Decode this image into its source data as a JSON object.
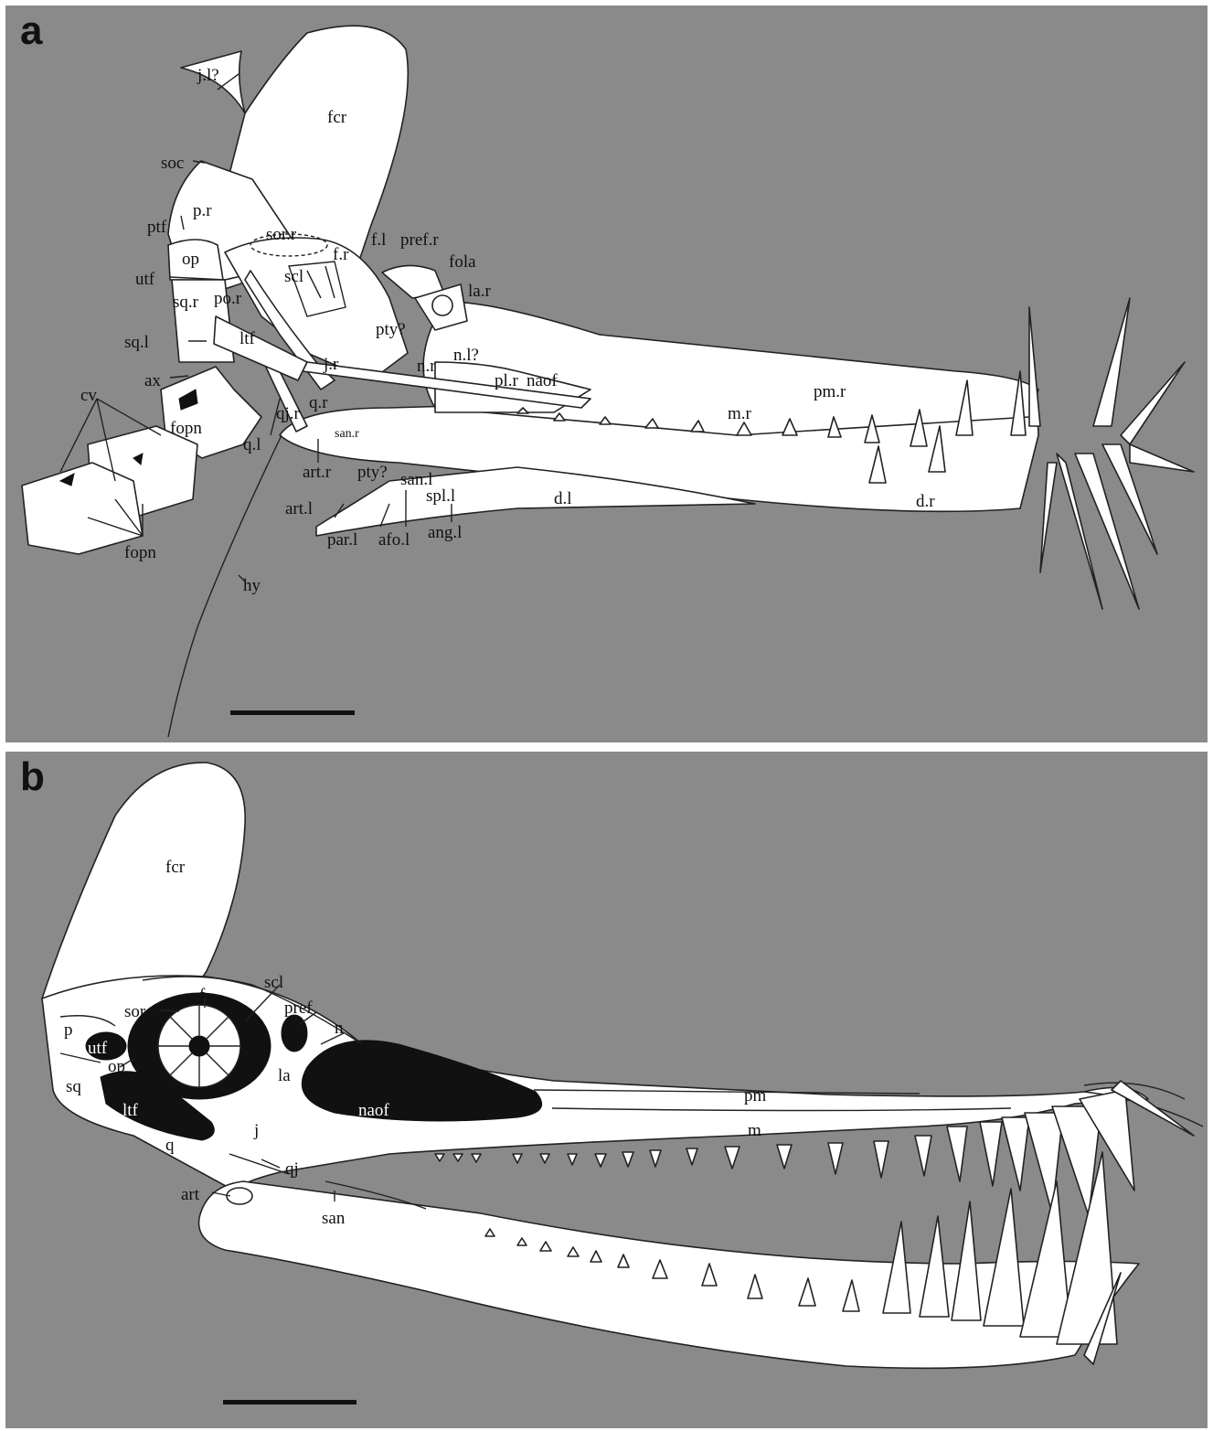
{
  "panels": {
    "a": {
      "letter": "a",
      "labels": {
        "jl": "j.l?",
        "fcr": "fcr",
        "soc": "soc",
        "pr": "p.r",
        "ptf": "ptf",
        "op": "op",
        "sorr": "sor.r",
        "fr": "f.r",
        "fl": "f.l",
        "prefr": "pref.r",
        "fola": "fola",
        "lar": "la.r",
        "utf": "utf",
        "scl": "scl",
        "sqr": "sq.r",
        "por": "po.r",
        "sql": "sq.l",
        "ltf": "ltf",
        "pty1": "pty?",
        "nr": "n.r",
        "nl": "n.l?",
        "jr": "j.r",
        "ax": "ax",
        "cv": "cv",
        "plr": "pl.r",
        "naof": "naof",
        "pmr": "pm.r",
        "mr": "m.r",
        "qr": "q.r",
        "qjr": "qj.r",
        "sanr": "san.r",
        "fopn1": "fopn",
        "ql": "q.l",
        "artr": "art.r",
        "pty2": "pty?",
        "sanl": "san.l",
        "spll": "spl.l",
        "artl": "art.l",
        "dl": "d.l",
        "dr": "d.r",
        "parl": "par.l",
        "afol": "afo.l",
        "angl": "ang.l",
        "fopn2": "fopn",
        "hy": "hy"
      }
    },
    "b": {
      "letter": "b",
      "labels": {
        "fcr": "fcr",
        "scl": "scl",
        "sor": "sor",
        "f": "f",
        "pref": "pref",
        "n": "n",
        "p": "p",
        "utf": "utf",
        "op": "op",
        "la": "la",
        "sq": "sq",
        "ltf": "ltf",
        "naof": "naof",
        "j": "j",
        "pm": "pm",
        "m": "m",
        "q": "q",
        "qj": "qj",
        "art": "art",
        "san": "san"
      }
    }
  }
}
